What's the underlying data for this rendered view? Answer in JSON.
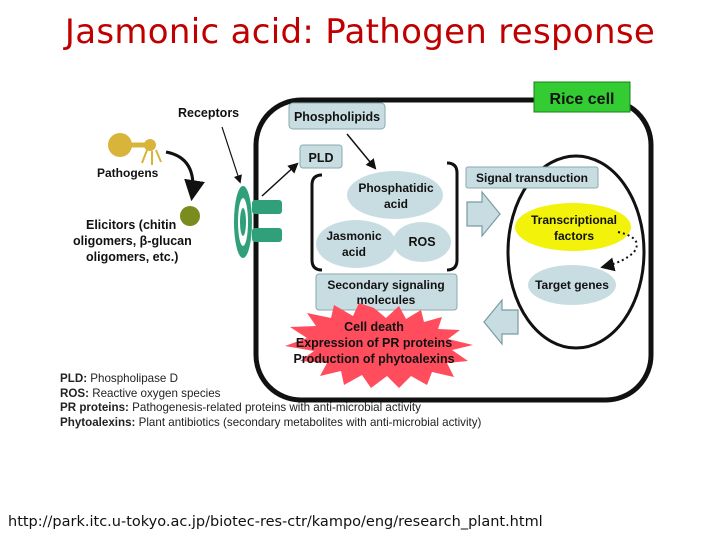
{
  "title": "Jasmonic acid: Pathogen response",
  "diagram": {
    "cell_label": "Rice cell",
    "receptors": "Receptors",
    "pathogens": "Pathogens",
    "elicitors": [
      "Elicitors (chitin",
      "oligomers, β-glucan",
      "oligomers, etc.)"
    ],
    "phospholipids": "Phospholipids",
    "pld": "PLD",
    "phosphatidic_acid": [
      "Phosphatidic",
      "acid"
    ],
    "jasmonic_acid": [
      "Jasmonic",
      "acid"
    ],
    "ros": "ROS",
    "secondary_signaling": [
      "Secondary signaling",
      "molecules"
    ],
    "signal_transduction": "Signal transduction",
    "transcriptional_factors": [
      "Transcriptional",
      "factors"
    ],
    "target_genes": "Target genes",
    "response": [
      "Cell death",
      "Expression of PR proteins",
      "Production of phytoalexins"
    ],
    "colors": {
      "cell_label_bg": "#33cc33",
      "box_fill": "#c8dde2",
      "factors_fill": "#f2f20a",
      "burst_fill": "#ff4d5e",
      "pathogen_color": "#d8b43a"
    }
  },
  "legend": [
    {
      "term": "PLD:",
      "definition": "Phospholipase D"
    },
    {
      "term": "ROS:",
      "definition": "Reactive oxygen species"
    },
    {
      "term": "PR proteins:",
      "definition": "Pathogenesis-related proteins with anti-microbial activity"
    },
    {
      "term": "Phytoalexins:",
      "definition": "Plant antibiotics (secondary metabolites with anti-microbial activity)"
    }
  ],
  "source_url": "http://park.itc.u-tokyo.ac.jp/biotec-res-ctr/kampo/eng/research_plant.html"
}
